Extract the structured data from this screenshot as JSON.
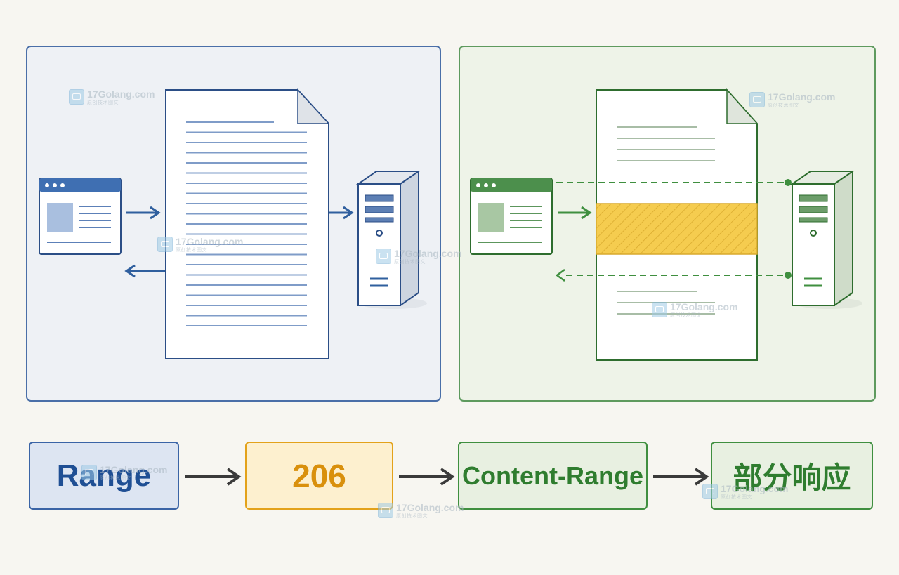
{
  "flow": {
    "step1": "Range",
    "step2": "206",
    "step3": "Content-Range",
    "step4": "部分响应"
  },
  "watermark": {
    "brand": "17Golang.com",
    "tagline": "原创技术图文"
  },
  "colors": {
    "background": "#f7f6f1",
    "full_panel_border": "#4a6fa8",
    "full_panel_fill": "#eef1f5",
    "partial_panel_border": "#5e9a5e",
    "partial_panel_fill": "#eef3e8",
    "blue_accent": "#2f5f9e",
    "green_accent": "#3f8f3f",
    "highlight_yellow": "#f2c744",
    "status_orange": "#e3a21a",
    "arrow_dark": "#3a3a3a"
  },
  "icons": [
    "browser-window-icon",
    "document-icon",
    "server-tower-icon",
    "arrow-right-icon",
    "arrow-left-icon"
  ]
}
